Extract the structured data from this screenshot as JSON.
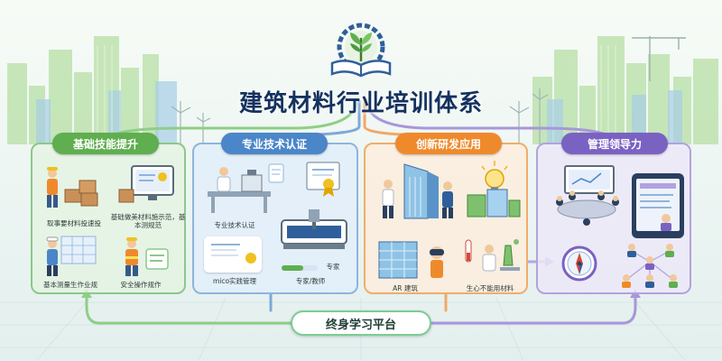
{
  "title": "建筑材料行业培训体系",
  "platform": "终身学习平台",
  "colors": {
    "green": "#5fae4f",
    "blue": "#4a86c8",
    "orange": "#ef8a2c",
    "purple": "#7a62c3",
    "title": "#14325e"
  },
  "modules": [
    {
      "title": "基础技能提升",
      "items": [
        "取事要材料投速投",
        "基础做美材料施示范，基本测规范",
        "基本测量生作业规",
        "安全操作规作"
      ]
    },
    {
      "title": "专业技术认证",
      "items": [
        "专业技术认证",
        "mico实践管理",
        "专家",
        "专家/教师"
      ]
    },
    {
      "title": "创新研发应用",
      "items": [
        "AR 建筑",
        "生心不能用材料"
      ]
    },
    {
      "title": "管理领导力",
      "items": []
    }
  ],
  "icons": [
    "book-sprout-gear-logo",
    "compass-icon",
    "people-network-icon",
    "certificate-icon",
    "lightbulb-icon",
    "vr-headset-icon",
    "microscope-icon",
    "monitor-icon"
  ]
}
